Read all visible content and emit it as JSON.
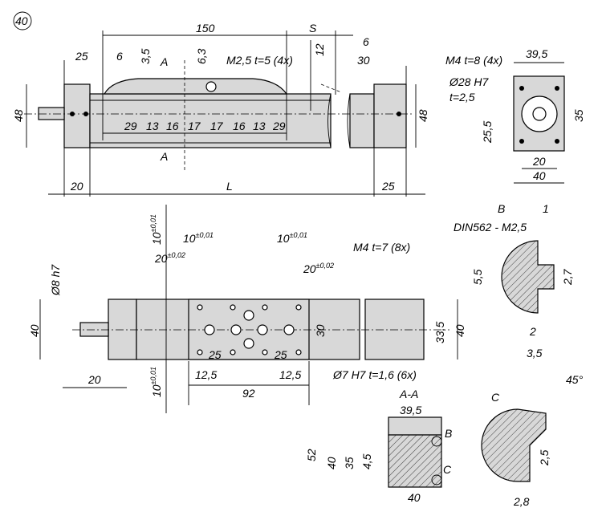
{
  "drawing": {
    "size_badge": "40",
    "top_view": {
      "dim_150": "150",
      "dim_S": "S",
      "dim_6_right": "6",
      "dim_12": "12",
      "dim_30": "30",
      "dim_25_left": "25",
      "dim_6_left": "6",
      "dim_3_5": "3,5",
      "dim_6_3": "6,3",
      "section_A_top": "A",
      "section_A_bottom": "A",
      "thread_note": "M2,5 t=5 (4x)",
      "dim_48_left": "48",
      "dim_48_right": "48",
      "spacing": [
        "29",
        "13",
        "16",
        "17",
        "17",
        "16",
        "13",
        "29"
      ],
      "dim_20": "20",
      "dim_L": "L",
      "dim_25_right": "25"
    },
    "end_view": {
      "thread_note": "M4 t=8 (4x)",
      "bore_note": "Ø28 H7",
      "bore_depth": "t=2,5",
      "dim_39_5": "39,5",
      "dim_35": "35",
      "dim_25_5": "25,5",
      "dim_20": "20",
      "dim_40": "40"
    },
    "plan_view": {
      "tol_10_vertical_top": "10",
      "tol_10_vertical_bottom": "10",
      "tol_001": "±0,01",
      "dim_10_left": "10",
      "dim_10_right": "10",
      "dim_20_left": "20",
      "dim_20_right": "20",
      "tol_002": "±0,02",
      "thread_note": "M4 t=7 (8x)",
      "dowel_note": "Ø7 H7 t=1,6 (6x)",
      "shaft_dia": "Ø8 h7",
      "dim_40_left": "40",
      "dim_20_shaft": "20",
      "dim_30": "30",
      "dim_33_5": "33,5",
      "dim_40_right": "40",
      "dim_25_left": "25",
      "dim_25_right": "25",
      "dim_12_5_left": "12,5",
      "dim_12_5_right": "12,5",
      "dim_92": "92"
    },
    "detail_B": {
      "label": "B",
      "note": "DIN562 - M2,5",
      "dim_1": "1",
      "dim_5_5": "5,5",
      "dim_2_7": "2,7",
      "dim_2": "2",
      "dim_3_5": "3,5"
    },
    "section_AA": {
      "label": "A-A",
      "dim_39_5": "39,5",
      "dim_52": "52",
      "dim_40_v": "40",
      "dim_35": "35",
      "dim_4_5": "4,5",
      "dim_40_h": "40",
      "marker_B": "B",
      "marker_C": "C"
    },
    "detail_C": {
      "label": "C",
      "angle": "45°",
      "dim_2_5": "2,5",
      "dim_2_8": "2,8"
    }
  }
}
